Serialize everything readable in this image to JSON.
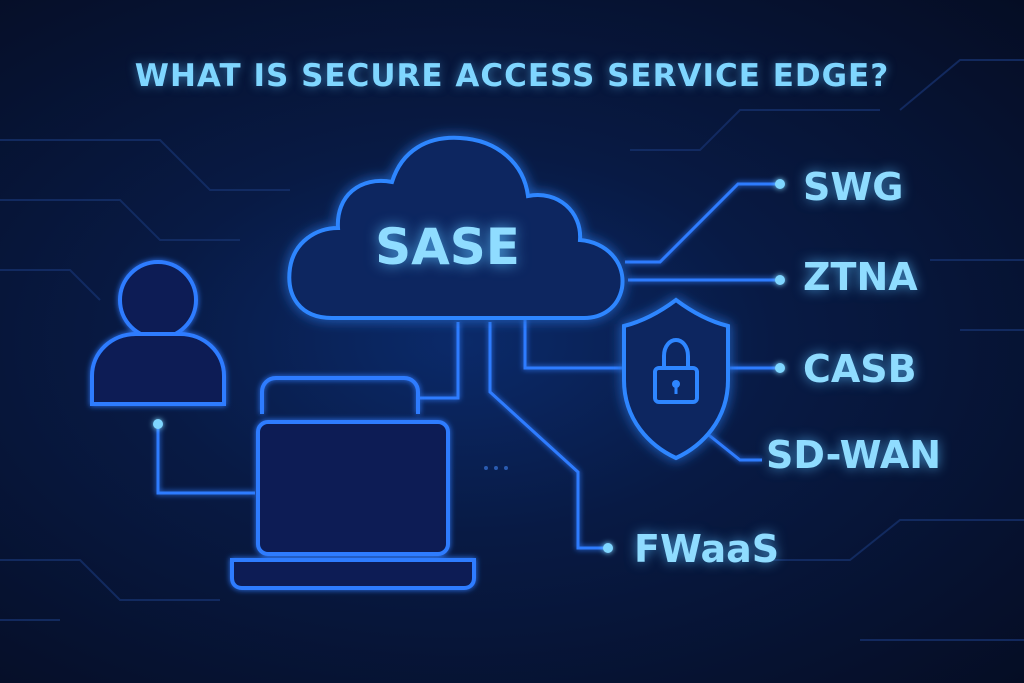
{
  "title": "WHAT IS SECURE ACCESS SERVICE EDGE?",
  "center": {
    "label": "SASE",
    "icon": "cloud-icon"
  },
  "components": [
    {
      "label": "SWG"
    },
    {
      "label": "ZTNA"
    },
    {
      "label": "CASB"
    },
    {
      "label": "SD-WAN"
    },
    {
      "label": "FWaaS"
    }
  ],
  "icons": [
    "cloud-icon",
    "user-icon",
    "laptop-icon",
    "shield-lock-icon"
  ],
  "colors": {
    "background": "#06102a",
    "line": "#2f7bff",
    "text": "#8fdcff"
  }
}
